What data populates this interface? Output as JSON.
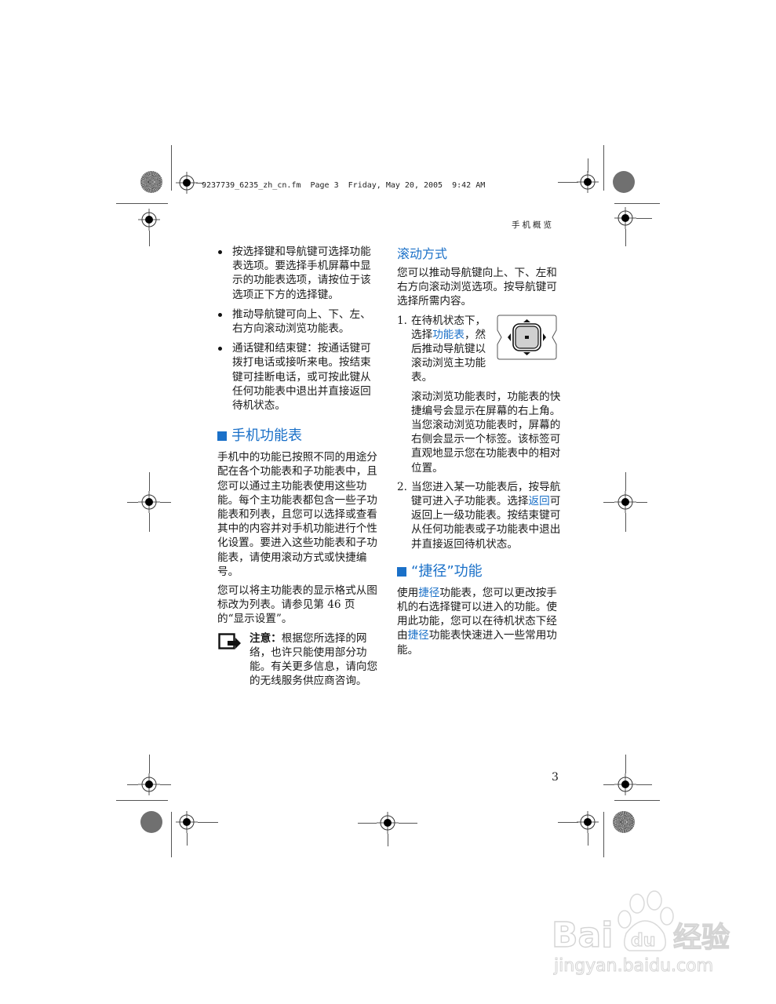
{
  "print_header": {
    "filename": "9237739_6235_zh_cn.fm",
    "page_label": "Page 3",
    "date": "Friday, May 20, 2005",
    "time": "9:42 AM"
  },
  "running_head": "手机概览",
  "page_number": "3",
  "left_column": {
    "bullets": [
      "按选择键和导航键可选择功能表选项。要选择手机屏幕中显示的功能表选项，请按位于该选项正下方的选择键。",
      "推动导航键可向上、下、左、右方向滚动浏览功能表。",
      "通话键和结束键：按通话键可拨打电话或接听来电。按结束键可挂断电话，或可按此键从任何功能表中退出并直接返回待机状态。"
    ],
    "section_heading": "手机功能表",
    "para1": "手机中的功能已按照不同的用途分配在各个功能表和子功能表中，且您可以通过主功能表使用这些功能。每个主功能表都包含一些子功能表和列表，且您可以选择或查看其中的内容并对手机功能进行个性化设置。要进入这些功能表和子功能表，请使用滚动方式或快捷编号。",
    "para2": "您可以将主功能表的显示格式从图标改为列表。请参见第 46 页的“显示设置”。",
    "note_label": "注意：",
    "note_text": "根据您所选择的网络，也许只能使用部分功能。有关更多信息，请向您的无线服务供应商咨询。"
  },
  "right_column": {
    "subheading": "滚动方式",
    "intro": "您可以推动导航键向上、下、左和右方向滚动浏览选项。按导航键可选择所需内容。",
    "steps": [
      {
        "num": "1.",
        "before": "在待机状态下，选择",
        "link": "功能表",
        "after": "，然后推动导航键以滚动浏览主功能表。",
        "followup": "滚动浏览功能表时，功能表的快捷编号会显示在屏幕的右上角。当您滚动浏览功能表时，屏幕的右侧会显示一个标签。该标签可直观地显示您在功能表中的相对位置。"
      },
      {
        "num": "2.",
        "before": "当您进入某一功能表后，按导航键可进入子功能表。选择",
        "link": "返回",
        "after": "可返回上一级功能表。按结束键可从任何功能表或子功能表中退出并直接返回待机状态。"
      }
    ],
    "section_heading": "“捷径”功能",
    "shortcut_para": {
      "p1": "使用",
      "link1": "捷径",
      "p2": "功能表，您可以更改按手机的右选择键可以进入的功能。使用此功能，您可以在待机状态下经由",
      "link2": "捷径",
      "p3": "功能表快速进入一些常用功能。"
    }
  },
  "icons": {
    "note": "note-icon",
    "navkey": "navigation-key-icon",
    "registration": "registration-mark-icon",
    "starburst": "starburst-icon"
  },
  "watermark": {
    "brand": "Bai",
    "brand2": "du",
    "cn": "经验",
    "url": "jingyan.baidu.com"
  },
  "colors": {
    "accent": "#1a70c8",
    "text": "#1a1a1a"
  }
}
